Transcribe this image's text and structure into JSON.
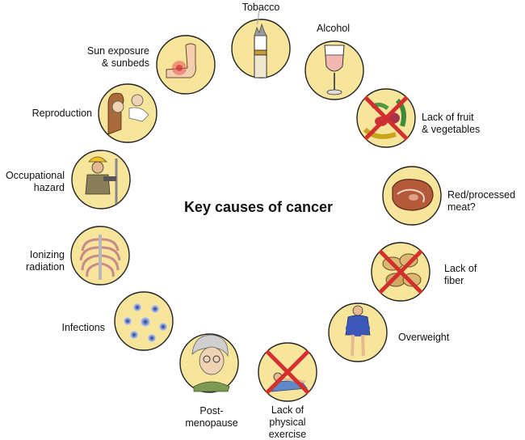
{
  "title": "Key causes of cancer",
  "circle_fill": "#f6e59a",
  "cross_color": "#d32f2f",
  "causes": [
    {
      "label": "Tobacco",
      "icon": "cigarette-icon",
      "crossed": false
    },
    {
      "label": "Alcohol",
      "icon": "wine-glass-icon",
      "crossed": false
    },
    {
      "label": "Lack of fruit\n& vegetables",
      "icon": "fruit-vegetables-icon",
      "crossed": true
    },
    {
      "label": "Red/processed\nmeat?",
      "icon": "steak-icon",
      "crossed": false
    },
    {
      "label": "Lack of\nfiber",
      "icon": "nuts-fiber-icon",
      "crossed": true
    },
    {
      "label": "Overweight",
      "icon": "overweight-person-icon",
      "crossed": false
    },
    {
      "label": "Lack of\nphysical\nexercise",
      "icon": "stretching-person-icon",
      "crossed": true
    },
    {
      "label": "Post-\nmenopause",
      "icon": "elderly-woman-icon",
      "crossed": false
    },
    {
      "label": "Infections",
      "icon": "microbes-icon",
      "crossed": false
    },
    {
      "label": "Ionizing\nradiation",
      "icon": "ribcage-xray-icon",
      "crossed": false
    },
    {
      "label": "Occupational\nhazard",
      "icon": "worker-hardhat-icon",
      "crossed": false
    },
    {
      "label": "Reproduction",
      "icon": "mother-baby-icon",
      "crossed": false
    },
    {
      "label": "Sun exposure\n& sunbeds",
      "icon": "sunburned-arm-icon",
      "crossed": false
    }
  ]
}
